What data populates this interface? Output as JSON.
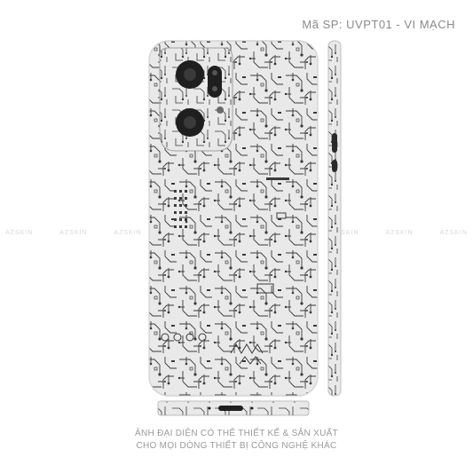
{
  "product": {
    "code_label": "Mã SP: UVPT01 - VI MẠCH",
    "watermark_text": "AZSKIN",
    "caption_line1": "ẢNH ĐẠI DIỆN CÓ THỂ THIẾT KẾ & SẢN XUẤT",
    "caption_line2": "CHO MỌI DÒNG THIẾT BỊ CÔNG NGHỆ KHÁC"
  },
  "colors": {
    "skin_base": "#e9e9e9",
    "trace": "#3a3a3a",
    "outline": "#bdbdbd",
    "caption": "#9a9a9a"
  },
  "pattern": "circuit-board"
}
